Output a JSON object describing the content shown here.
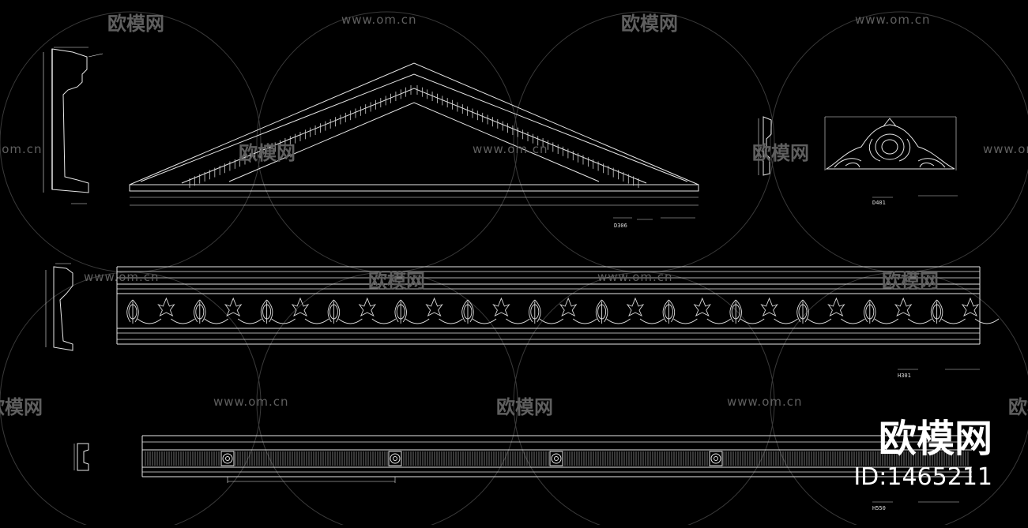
{
  "watermark": {
    "site": "www.om.cn",
    "logo_text": "欧模网"
  },
  "drawings": {
    "pediment": {
      "code": "D306"
    },
    "ornament": {
      "code": "D401"
    },
    "frieze": {
      "code": "H301"
    },
    "cornice": {
      "code": "H550"
    }
  },
  "branding": {
    "logo_text": "欧模网",
    "id_text": "ID:1465211"
  },
  "colors": {
    "background": "#000000",
    "line": "#e6e6e6",
    "watermark": "#5f5f5f"
  }
}
